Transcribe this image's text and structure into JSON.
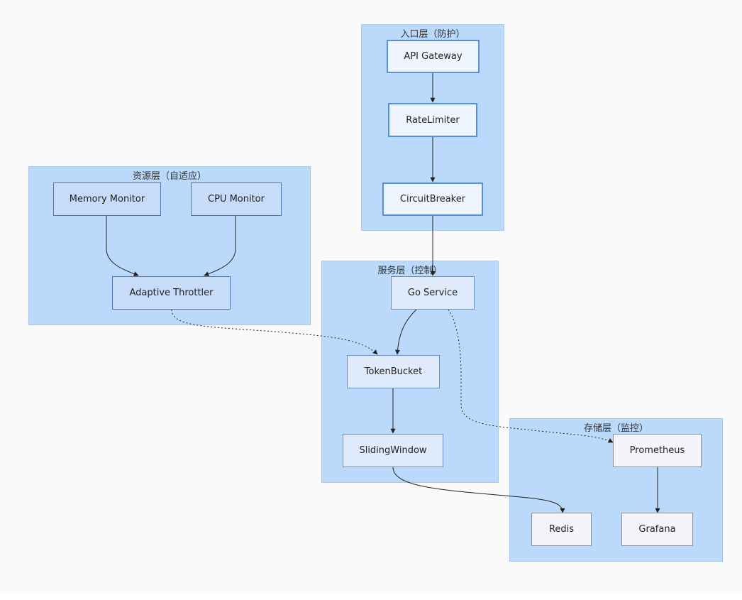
{
  "groups": {
    "entry": {
      "title": "入口层（防护）"
    },
    "resource": {
      "title": "资源层（自适应）"
    },
    "service": {
      "title": "服务层（控制）"
    },
    "storage": {
      "title": "存储层（监控）"
    }
  },
  "nodes": {
    "api_gateway": "API Gateway",
    "rate_limiter": "RateLimiter",
    "circuit_breaker": "CircuitBreaker",
    "memory_monitor": "Memory Monitor",
    "cpu_monitor": "CPU Monitor",
    "adaptive_throttler": "Adaptive Throttler",
    "go_service": "Go Service",
    "token_bucket": "TokenBucket",
    "sliding_window": "SlidingWindow",
    "prometheus": "Prometheus",
    "redis": "Redis",
    "grafana": "Grafana"
  },
  "edges": [
    {
      "from": "api_gateway",
      "to": "rate_limiter",
      "style": "solid"
    },
    {
      "from": "rate_limiter",
      "to": "circuit_breaker",
      "style": "solid"
    },
    {
      "from": "circuit_breaker",
      "to": "go_service",
      "style": "solid"
    },
    {
      "from": "memory_monitor",
      "to": "adaptive_throttler",
      "style": "solid"
    },
    {
      "from": "cpu_monitor",
      "to": "adaptive_throttler",
      "style": "solid"
    },
    {
      "from": "adaptive_throttler",
      "to": "token_bucket",
      "style": "dotted"
    },
    {
      "from": "go_service",
      "to": "token_bucket",
      "style": "solid"
    },
    {
      "from": "go_service",
      "to": "prometheus",
      "style": "dotted"
    },
    {
      "from": "token_bucket",
      "to": "sliding_window",
      "style": "solid"
    },
    {
      "from": "sliding_window",
      "to": "redis",
      "style": "solid"
    },
    {
      "from": "prometheus",
      "to": "grafana",
      "style": "solid"
    }
  ],
  "colors": {
    "group_fill": "#bbd9fb",
    "edge": "#222222"
  }
}
